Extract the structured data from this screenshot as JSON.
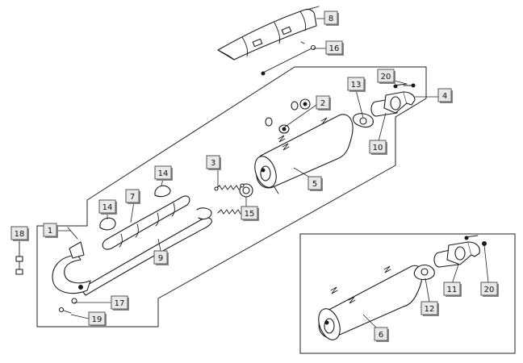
{
  "callouts": [
    {
      "label": "1"
    },
    {
      "label": "2"
    },
    {
      "label": "3"
    },
    {
      "label": "4"
    },
    {
      "label": "5"
    },
    {
      "label": "6"
    },
    {
      "label": "7"
    },
    {
      "label": "8"
    },
    {
      "label": "9"
    },
    {
      "label": "10"
    },
    {
      "label": "11"
    },
    {
      "label": "12"
    },
    {
      "label": "13"
    },
    {
      "label": "14"
    },
    {
      "label": "14"
    },
    {
      "label": "15"
    },
    {
      "label": "16"
    },
    {
      "label": "17"
    },
    {
      "label": "18"
    },
    {
      "label": "19"
    },
    {
      "label": "20"
    },
    {
      "label": "20"
    }
  ],
  "colors": {
    "line": "#1a1a1a",
    "callout_fill": "#e9e9e9",
    "background": "#ffffff"
  }
}
